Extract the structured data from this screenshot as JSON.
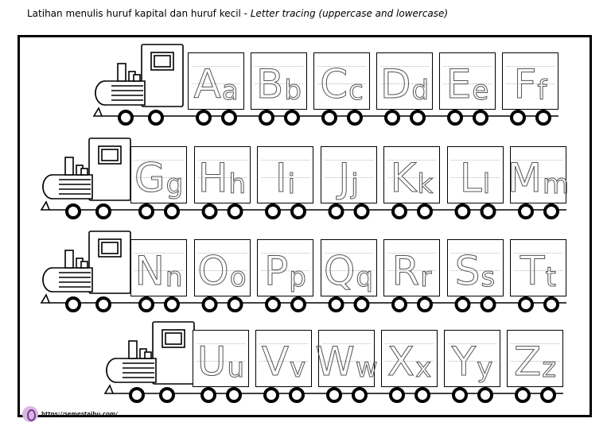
{
  "header": {
    "title_id": "Latihan menulis huruf kapital dan huruf kecil - ",
    "title_en": "Letter tracing (uppercase and lowercase)"
  },
  "rows": [
    {
      "letters": [
        [
          "A",
          "a"
        ],
        [
          "B",
          "b"
        ],
        [
          "C",
          "c"
        ],
        [
          "D",
          "d"
        ],
        [
          "E",
          "e"
        ],
        [
          "F",
          "f"
        ]
      ]
    },
    {
      "letters": [
        [
          "G",
          "g"
        ],
        [
          "H",
          "h"
        ],
        [
          "I",
          "i"
        ],
        [
          "J",
          "j"
        ],
        [
          "K",
          "k"
        ],
        [
          "L",
          "l"
        ],
        [
          "M",
          "m"
        ]
      ]
    },
    {
      "letters": [
        [
          "N",
          "n"
        ],
        [
          "O",
          "o"
        ],
        [
          "P",
          "p"
        ],
        [
          "Q",
          "q"
        ],
        [
          "R",
          "r"
        ],
        [
          "S",
          "s"
        ],
        [
          "T",
          "t"
        ]
      ]
    },
    {
      "letters": [
        [
          "U",
          "u"
        ],
        [
          "V",
          "v"
        ],
        [
          "W",
          "w"
        ],
        [
          "X",
          "x"
        ],
        [
          "Y",
          "y"
        ],
        [
          "Z",
          "z"
        ]
      ]
    }
  ],
  "footer": {
    "url": "https://semestaibu.com/"
  },
  "icons": {
    "logo": "semestaibu-logo-icon",
    "engine": "train-engine-icon",
    "wheel": "wheel-icon"
  }
}
